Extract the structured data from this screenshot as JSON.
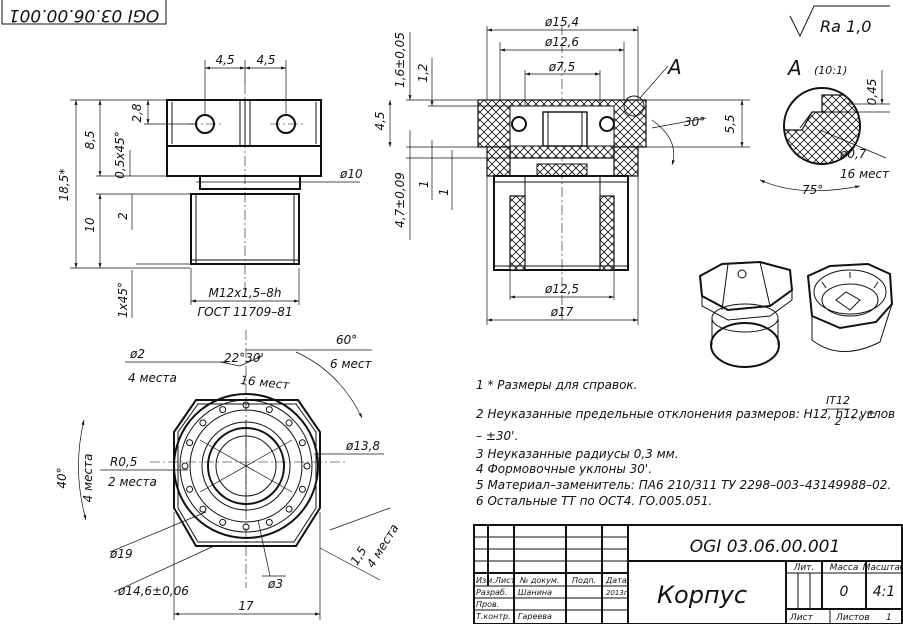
{
  "stamp_top": "OGI 03.06.00.001",
  "roughness": "Ra 1,0",
  "view_label": "A",
  "detail_label": "A",
  "detail_scale": "(10:1)",
  "front_dims": {
    "w1": "4,5",
    "w2": "4,5",
    "h28": "2,8",
    "h85": "8,5",
    "ch05": "0,5x45°",
    "total": "18,5*",
    "h10": "10",
    "h2": "2",
    "ch1": "1x45°",
    "d10": "ø10",
    "thread": "M12x1,5–8h",
    "gost": "ГОСТ 11709–81"
  },
  "section_dims": {
    "d154": "ø15,4",
    "d126": "ø12,6",
    "d75": "ø7,5",
    "h16": "1,6±0,05",
    "h12": "1,2",
    "h45": "4,5",
    "h55": "5,5",
    "a30": "30°",
    "h47": "4,7±0,09",
    "h1a": "1",
    "h1b": "1",
    "d125": "ø12,5",
    "d17": "ø17"
  },
  "detail_dims": {
    "h045": "0,45",
    "d07": "ø0,7",
    "c16": "16 мест",
    "a75": "75°"
  },
  "plan_dims": {
    "a60": "60°",
    "c6": "6 мест",
    "d2": "ø2",
    "c4a": "4 места",
    "a2230": "22°30'",
    "c16": "16 мест",
    "d138": "ø13,8",
    "r05": "R0,5",
    "c2": "2 места",
    "a40": "40°",
    "c4b": "4 места",
    "d19": "ø19",
    "d146": "ø14,6±0,06",
    "d3": "ø3",
    "d15": "1,5",
    "c4c": "4 места",
    "w17": "17"
  },
  "notes": [
    "1  * Размеры для справок.",
    "2  Неуказанные предельные отклонения размеров: H12, h12, ±",
    "– ±30'.",
    "3  Неуказанные радиусы 0,3 мм.",
    "4  Формовочные уклоны 30'.",
    "5  Материал–заменитель: ПА6 210/311 ТУ 2298–003–43149988–02.",
    "6  Остальные ТТ по ОСТ4. ГО.005.051."
  ],
  "note2_frac_num": "IT12",
  "note2_frac_den": "2",
  "note2_tail": ", углов",
  "title_block": {
    "doc_number": "OGI 03.06.00.001",
    "part_name": "Корпус",
    "col_lit": "Лит.",
    "col_mass": "Масса",
    "col_scale": "Масштаб",
    "mass": "0",
    "scale": "4:1",
    "sheet_label": "Лист",
    "sheets_label": "Листов",
    "sheets": "1",
    "hdr_izm": "Изм.",
    "hdr_list": "Лист",
    "hdr_doc": "№ докум.",
    "hdr_sign": "Подп.",
    "hdr_date": "Дата",
    "row_dev": "Разраб.",
    "dev_name": "Шанина",
    "dev_date": "2013г",
    "row_check": "Пров.",
    "row_tcontrol": "Т.контр.",
    "tcontrol_name": "Гареева"
  }
}
